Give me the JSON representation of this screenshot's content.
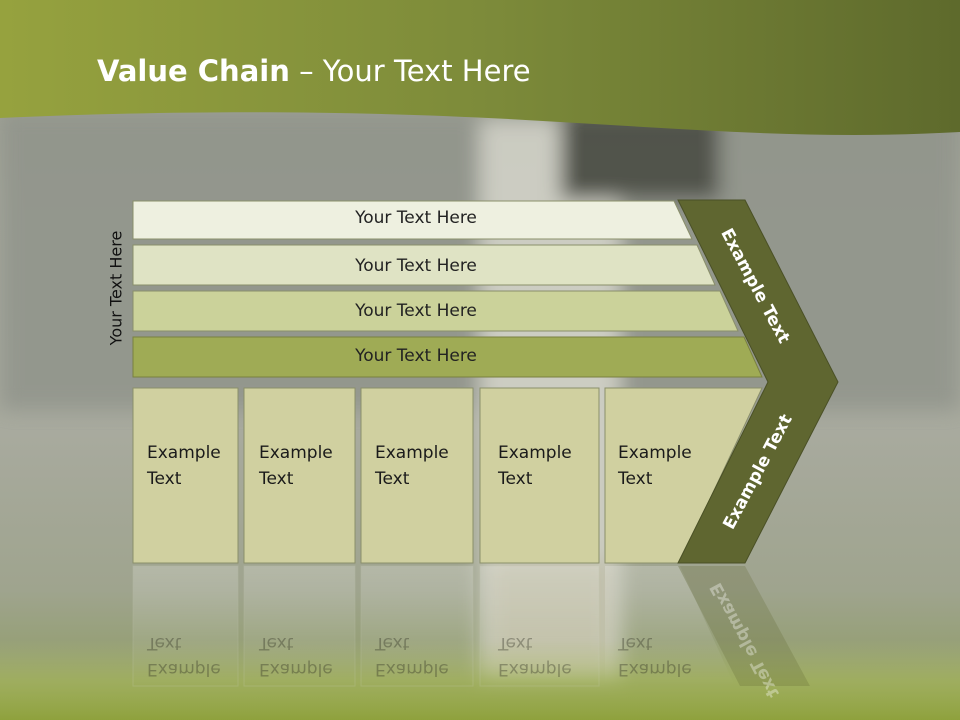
{
  "title": {
    "bold": "Value Chain",
    "rest": " – Your Text Here"
  },
  "side_label": "Your Text Here",
  "rows": [
    {
      "label": "Your Text Here"
    },
    {
      "label": "Your Text Here"
    },
    {
      "label": "Your Text Here"
    },
    {
      "label": "Your Text Here"
    }
  ],
  "cells": [
    {
      "line1": "Example",
      "line2": "Text"
    },
    {
      "line1": "Example",
      "line2": "Text"
    },
    {
      "line1": "Example",
      "line2": "Text"
    },
    {
      "line1": "Example",
      "line2": "Text"
    },
    {
      "line1": "Example",
      "line2": "Text"
    }
  ],
  "chevron": {
    "upper": "Example Text",
    "lower": "Example Text"
  },
  "colors": {
    "header": "#8a9a3c",
    "chevron": "#5f6630",
    "row1": "#eef0e0",
    "row2": "#dfe3c4",
    "row3": "#cbd29a",
    "row4": "#9fab55",
    "cell": "#d0d0a0"
  }
}
